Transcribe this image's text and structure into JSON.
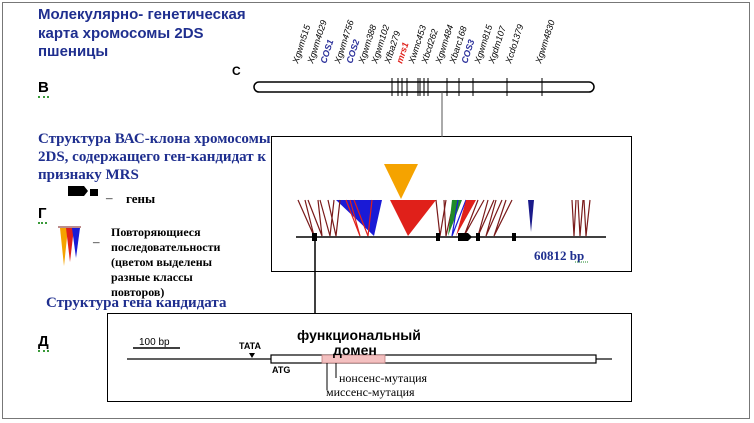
{
  "title_lines": [
    "Молекулярно- генетическая",
    "карта хромосомы 2DS",
    "пшеницы"
  ],
  "panel_letters": {
    "v": "В",
    "g": "Г",
    "d": "Д"
  },
  "chromosome": {
    "end_label": "C",
    "markers": [
      {
        "name": "Xgwm515",
        "color": "#000000"
      },
      {
        "name": "Xgwm4029",
        "color": "#000000"
      },
      {
        "name": "COS1",
        "color": "#2a2f9a"
      },
      {
        "name": "Xgwm4756",
        "color": "#000000"
      },
      {
        "name": "COS2",
        "color": "#2a2f9a"
      },
      {
        "name": "Xgwm388",
        "color": "#000000"
      },
      {
        "name": "Xgwm102",
        "color": "#000000"
      },
      {
        "name": "Xfba279",
        "color": "#000000"
      },
      {
        "name": "mrs1",
        "color": "#e0201a"
      },
      {
        "name": "Xwmc453",
        "color": "#000000"
      },
      {
        "name": "Xbcd262",
        "color": "#000000"
      },
      {
        "name": "Xgwm484",
        "color": "#000000"
      },
      {
        "name": "Xbarc168",
        "color": "#000000"
      },
      {
        "name": "COS3",
        "color": "#2a2f9a"
      },
      {
        "name": "Xgwm815",
        "color": "#000000"
      },
      {
        "name": "Xgdm107",
        "color": "#000000"
      },
      {
        "name": "Xcdo1379",
        "color": "#000000"
      },
      {
        "name": "Xgwm4830",
        "color": "#000000"
      }
    ]
  },
  "bac": {
    "heading_lines": [
      "Структура ВАС-клона хромосомы",
      "2DS, содержащего ген-кандидат к",
      "признаку MRS"
    ],
    "size_label": "60812 bp"
  },
  "legend": {
    "genes_label": "гены",
    "dash": "–",
    "repeats_lines": [
      "Повторяющиеся",
      "последовательности",
      "(цветом выделены",
      "разные классы",
      "повторов)"
    ]
  },
  "gene": {
    "heading": "Структура гена кандидата",
    "scale_label": "100 bp",
    "tata_label": "TATA",
    "atg_label": "ATG",
    "domain_lines": [
      "функциональный",
      "домен"
    ],
    "nonsense_label": "нонсенс-мутация",
    "missense_label": "миссенс-мутация"
  },
  "colors": {
    "navy": "#1f2f8f",
    "orange": "#f5a300",
    "red": "#e0201a",
    "blue": "#1a1ad6",
    "green": "#1f8a2a",
    "maroon": "#7a1a1a",
    "domain_pink": "#f4c0c0"
  }
}
